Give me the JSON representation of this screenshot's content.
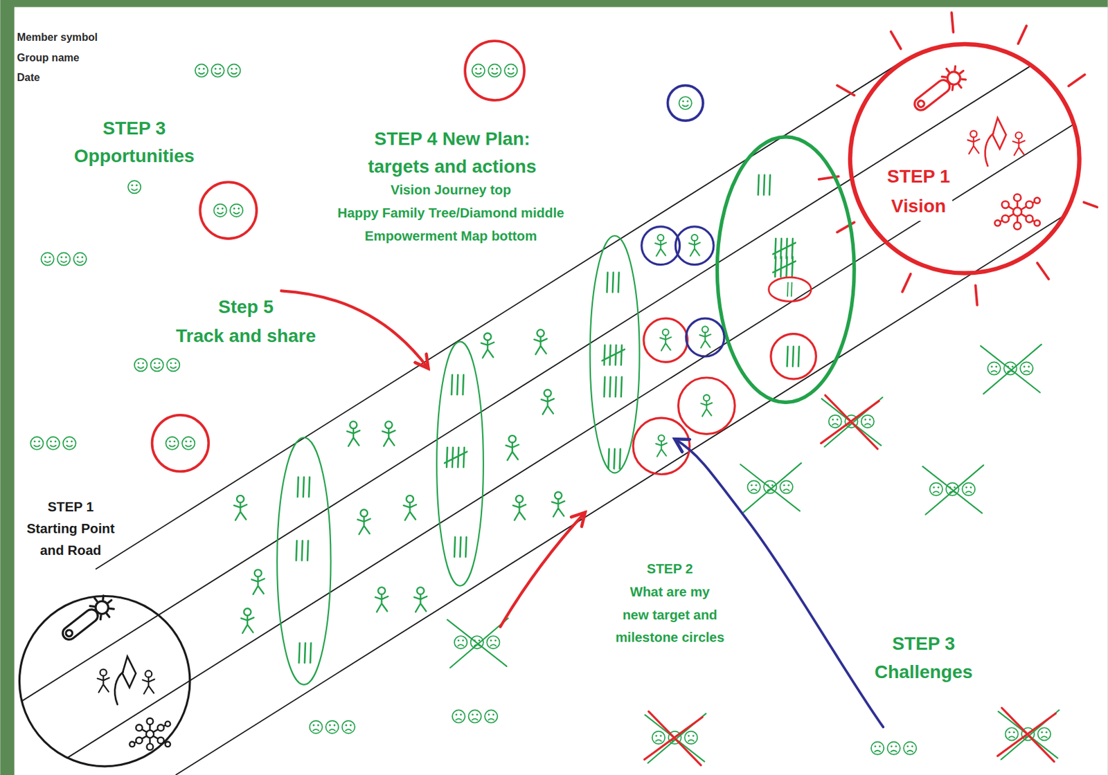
{
  "diagram": {
    "nodes": [
      {
        "text": [
          "STEP 1 Starting Point and Road"
        ]
      },
      {
        "text": [
          "STEP 1 Vision"
        ]
      }
    ],
    "labels": [
      "Member symbol",
      "Group name",
      "Date",
      "STEP 3 Opportunities",
      "STEP 4 New Plan: targets and actions",
      "Vision Journey top",
      "Happy Family Tree/Diamond middle",
      "Empowerment Map bottom",
      "Step 5 Track and share",
      "STEP 2 What are my new target and milestone circles",
      "STEP 3 Challenges"
    ]
  }
}
